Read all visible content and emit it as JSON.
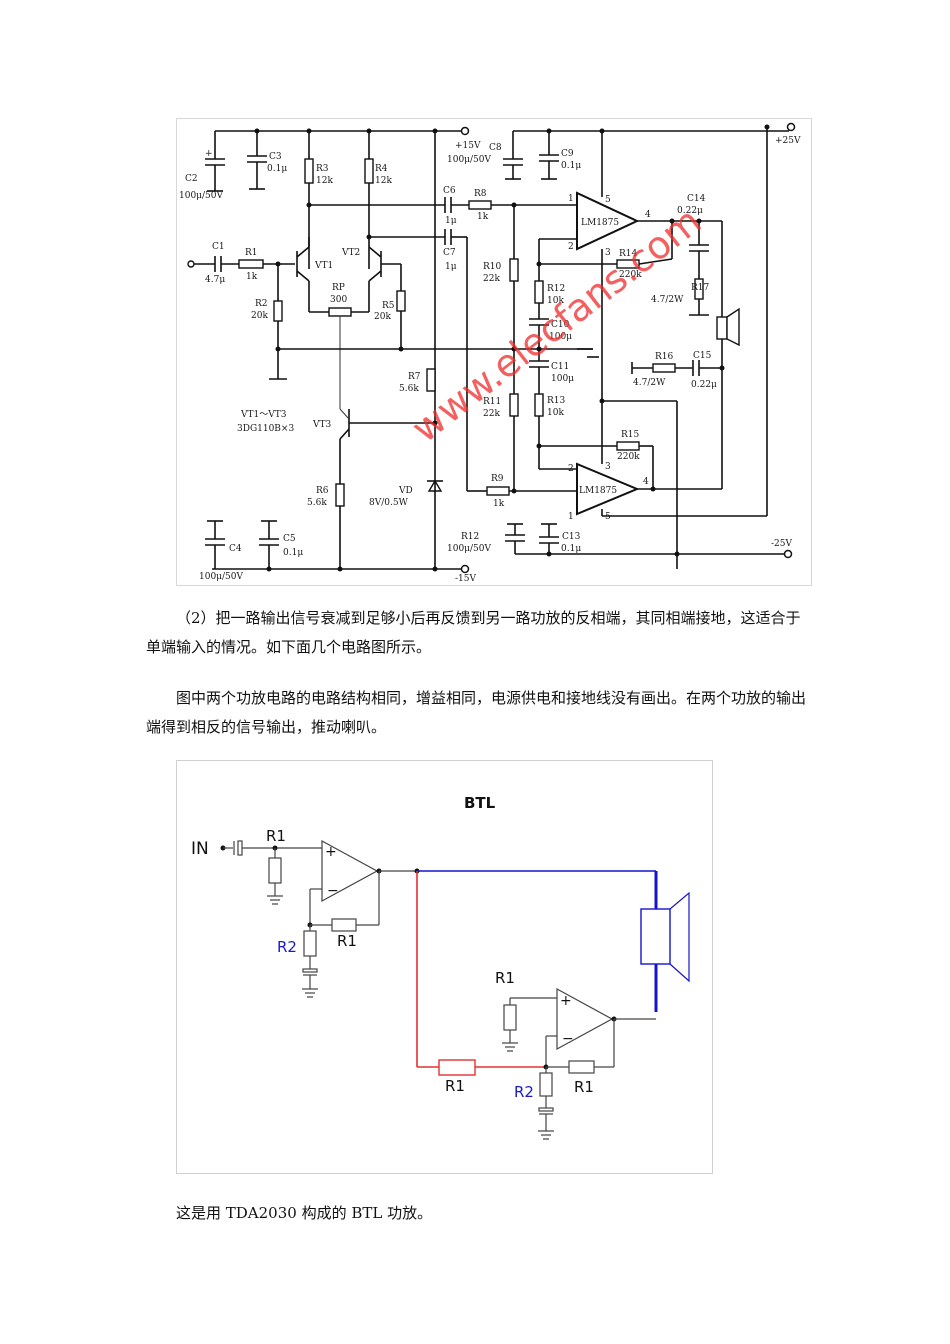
{
  "figure1": {
    "labels": {
      "c2": "C2",
      "c2_val": "100μ/50V",
      "c3": "C3",
      "c3_val": "0.1μ",
      "r3": "R3",
      "r3_val": "12k",
      "r4": "R4",
      "r4_val": "12k",
      "plus15v": "+15V",
      "c8": "C8",
      "c8_val": "100μ/50V",
      "c9": "C9",
      "c9_val": "0.1μ",
      "plus25v": "+25V",
      "c6": "C6",
      "c6_val": "1μ",
      "r8": "R8",
      "r8_val": "1k",
      "c7": "C7",
      "c7_val": "1μ",
      "c1": "C1",
      "c1_val": "4.7μ",
      "r1": "R1",
      "r1_val": "1k",
      "vt1": "VT1",
      "vt2": "VT2",
      "vt3": "VT3",
      "rp": "RP",
      "rp_val": "300",
      "r2": "R2",
      "r2_val": "20k",
      "r5": "R5",
      "r5_val": "20k",
      "r10": "R10",
      "r10_val": "22k",
      "r12": "R12",
      "r12_val": "10k",
      "c10": "C10",
      "c10_val": "100μ",
      "c11": "C11",
      "c11_val": "100μ",
      "r11": "R11",
      "r11_val": "22k",
      "r13": "R13",
      "r13_val": "10k",
      "r14": "R14",
      "r14_val": "220k",
      "r15": "R15",
      "r15_val": "220k",
      "c14": "C14",
      "c14_val": "0.22μ",
      "r17": "R17",
      "r17_val": "4.7/2W",
      "r16": "R16",
      "r16_val": "4.7/2W",
      "c15": "C15",
      "c15_val": "0.22μ",
      "r7": "R7",
      "r7_val": "5.6k",
      "r6": "R6",
      "r6_val": "5.6k",
      "vd": "VD",
      "vd_val": "8V/0.5W",
      "r9": "R9",
      "r9_val": "1k",
      "transistors": "VT1～VT3",
      "transistor_type": "3DG110B×3",
      "c4": "C4",
      "c4_val": "100μ/50V",
      "c5": "C5",
      "c5_val": "0.1μ",
      "c12": "R12",
      "c12_val": "100μ/50V",
      "c13": "C13",
      "c13_val": "0.1μ",
      "minus15v": "-15V",
      "minus25v": "-25V",
      "ic_top": "LM1875",
      "ic_bottom": "LM1875",
      "pin1": "1",
      "pin2": "2",
      "pin3": "3",
      "pin4": "4",
      "pin5": "5",
      "plus": "+",
      "minus": "-"
    },
    "watermark": "www.elecfans.com"
  },
  "paragraphs": [
    "（2）把一路输出信号衰减到足够小后再反馈到另一路功放的反相端，其同相端接地，这适合于单端输入的情况。如下面几个电路图所示。",
    "图中两个功放电路的电路结构相同，增益相同，电源供电和接地线没有画出。在两个功放的输出端得到相反的信号输出，推动喇叭。"
  ],
  "figure2": {
    "title": "BTL",
    "in_label": "IN",
    "r1": "R1",
    "r2": "R2",
    "plus": "+",
    "minus": "−",
    "colors": {
      "red_wire": "#e53030",
      "blue_wire": "#1414cc",
      "r2_label": "#1a1acc"
    }
  },
  "caption": "这是用 TDA2030 构成的 BTL 功放。"
}
